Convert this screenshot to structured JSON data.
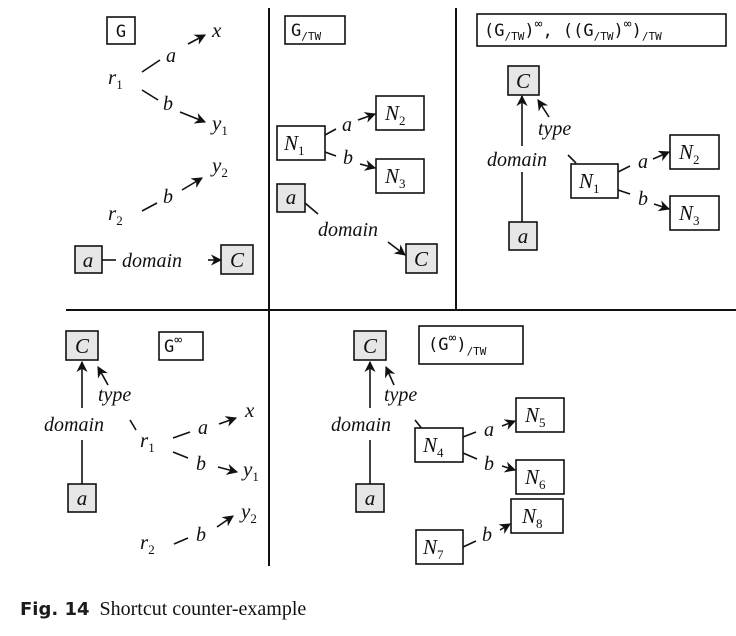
{
  "figure": {
    "caption_number": "Fig. 14",
    "caption_text": "Shortcut counter-example"
  },
  "panels": {
    "g": {
      "title": "G",
      "nodes": {
        "r1": "r",
        "r1_sub": "1",
        "x": "x",
        "y1": "y",
        "y1_sub": "1",
        "y2": "y",
        "y2_sub": "2",
        "r2": "r",
        "r2_sub": "2",
        "a": "a",
        "c": "C"
      },
      "edges": {
        "a": "a",
        "b1": "b",
        "b2": "b",
        "domain": "domain"
      }
    },
    "g_tw": {
      "title": "G",
      "title_sub": "/TW",
      "nodes": {
        "n1": "N",
        "n1_sub": "1",
        "n2": "N",
        "n2_sub": "2",
        "n3": "N",
        "n3_sub": "3",
        "a": "a",
        "c": "C"
      },
      "edges": {
        "a": "a",
        "b": "b",
        "domain": "domain"
      }
    },
    "g_tw_inf": {
      "title_part1": "(G",
      "title_part1_sub": "/TW",
      "title_part2": ")",
      "title_part2_sup": "∞",
      "title_part3": ", ((G",
      "title_part3_sub": "/TW",
      "title_part4": ")",
      "title_part4_sup": "∞",
      "title_part5": ")",
      "title_part5_sub": "/TW",
      "nodes": {
        "c": "C",
        "n1": "N",
        "n1_sub": "1",
        "n2": "N",
        "n2_sub": "2",
        "n3": "N",
        "n3_sub": "3",
        "a": "a"
      },
      "edges": {
        "type": "type",
        "domain": "domain",
        "a": "a",
        "b": "b"
      }
    },
    "g_inf": {
      "title": "G",
      "title_sup": "∞",
      "nodes": {
        "c": "C",
        "r1": "r",
        "r1_sub": "1",
        "x": "x",
        "y1": "y",
        "y1_sub": "1",
        "y2": "y",
        "y2_sub": "2",
        "r2": "r",
        "r2_sub": "2",
        "a": "a"
      },
      "edges": {
        "type": "type",
        "domain": "domain",
        "a": "a",
        "b1": "b",
        "b2": "b"
      }
    },
    "g_inf_tw": {
      "title_part1": "(G",
      "title_part1_sup": "∞",
      "title_part2": ")",
      "title_part2_sub": "/TW",
      "nodes": {
        "c": "C",
        "n4": "N",
        "n4_sub": "4",
        "n5": "N",
        "n5_sub": "5",
        "n6": "N",
        "n6_sub": "6",
        "n7": "N",
        "n7_sub": "7",
        "n8": "N",
        "n8_sub": "8",
        "a": "a"
      },
      "edges": {
        "type": "type",
        "domain": "domain",
        "a": "a",
        "b1": "b",
        "b2": "b"
      }
    }
  }
}
